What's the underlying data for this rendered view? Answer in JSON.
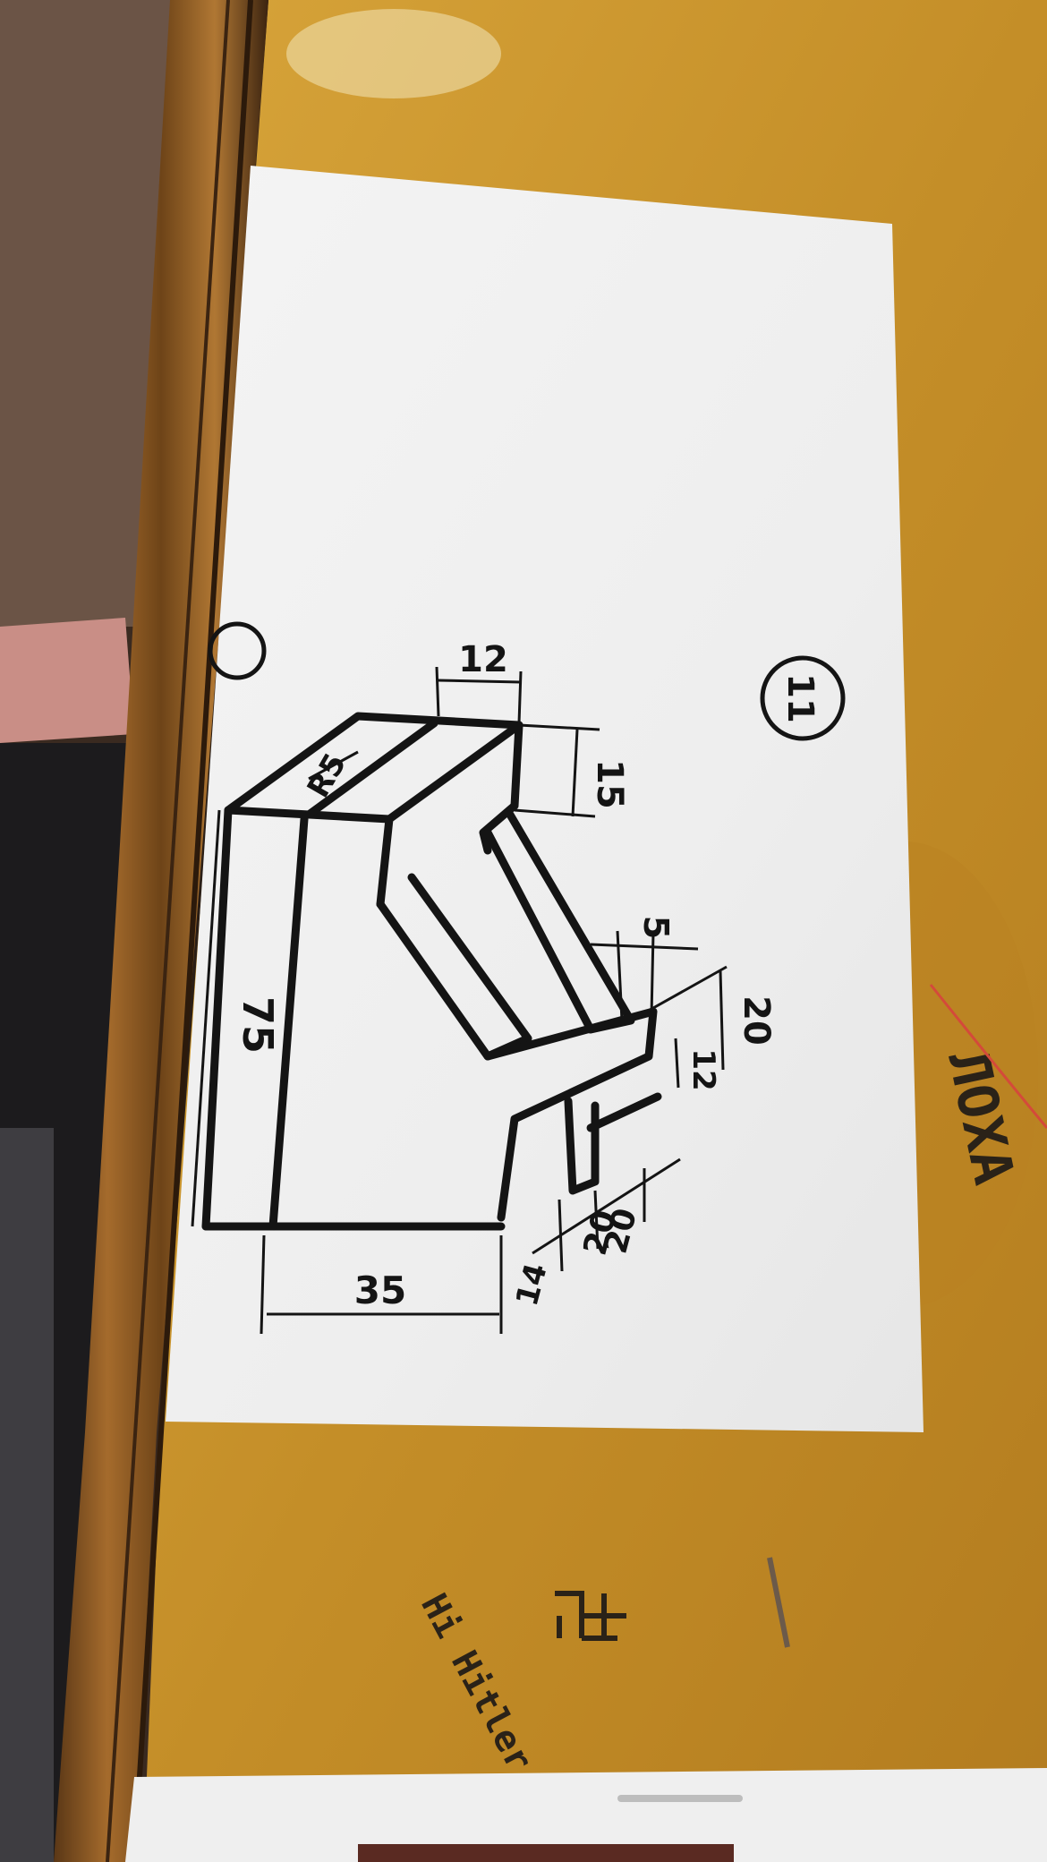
{
  "drawing": {
    "sheet_number": "11",
    "dimensions": {
      "top_width": "12",
      "top_height": "15",
      "chamfer": "R5",
      "rib": "5",
      "step_height": "20",
      "inner_height": "12",
      "overall_height": "75",
      "base_length": "35",
      "depth_a": "20",
      "depth_b": "20",
      "depth_c": "14"
    }
  },
  "desk": {
    "scrawl": "Hi Hitler",
    "corner_scrawl": "ЛОХА"
  },
  "colors": {
    "desk": "#c9932a",
    "paper": "#f1f1f1",
    "ink": "#141414",
    "plywood_edge": "#8b5a22"
  }
}
